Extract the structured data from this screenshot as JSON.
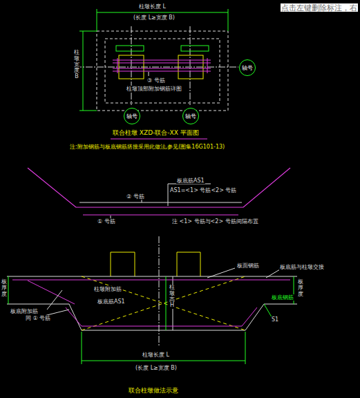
{
  "diagram": {
    "title": "联合柱墩 XZD-联合-XX 平面图",
    "caption": "联合柱墩做法示意",
    "nodes": [
      {
        "text": [
          "轴号"
        ]
      },
      {
        "text": [
          "轴号"
        ]
      },
      {
        "text": [
          "轴号"
        ]
      }
    ],
    "labels": [
      "点击左键删除标注，右",
      "柱墩长度 L",
      "(长度 L≥宽度 B)",
      "柱墩宽度B",
      "③ 号筋",
      "柱墩顶部附加钢筋详图",
      "注:附加钢筋与板底钢筋搭接采用此做法,参见(图集16G101-13)",
      "② 号筋",
      "板底筋AS1",
      "AS1=<1> 号筋<2> 号筋",
      "① 号筋",
      "注 <1> 号筋与<2> 号筋间隔布置",
      "板面钢筋",
      "板底筋与柱墩交接",
      "板厚度",
      "柱墩附加筋",
      "板底附加筋",
      "板底筋AS1",
      "同 ① 号筋",
      "柱墩高H",
      "板底钢筋",
      "板厚度",
      "S1",
      "柱墩长度 L",
      "(长度 L≥宽度 B)"
    ]
  }
}
